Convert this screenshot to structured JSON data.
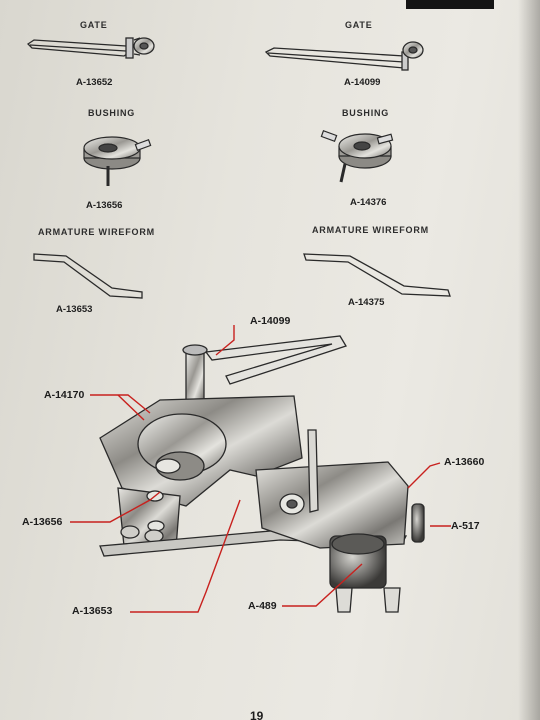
{
  "parts": {
    "gate_left": {
      "title": "GATE",
      "number": "A-13652"
    },
    "gate_right": {
      "title": "GATE",
      "number": "A-14099"
    },
    "bushing_left": {
      "title": "BUSHING",
      "number": "A-13656"
    },
    "bushing_right": {
      "title": "BUSHING",
      "number": "A-14376"
    },
    "wire_left": {
      "title": "ARMATURE WIREFORM",
      "number": "A-13653"
    },
    "wire_right": {
      "title": "ARMATURE WIREFORM",
      "number": "A-14375"
    }
  },
  "assembly": {
    "callouts": [
      "A-14099",
      "A-14170",
      "A-13656",
      "A-13653",
      "A-13660",
      "A-517",
      "A-489"
    ],
    "leader_color": "#c8211e",
    "line_color": "#2a2a2a"
  },
  "page": {
    "number": "19",
    "paper_color": "#e8e6df"
  }
}
